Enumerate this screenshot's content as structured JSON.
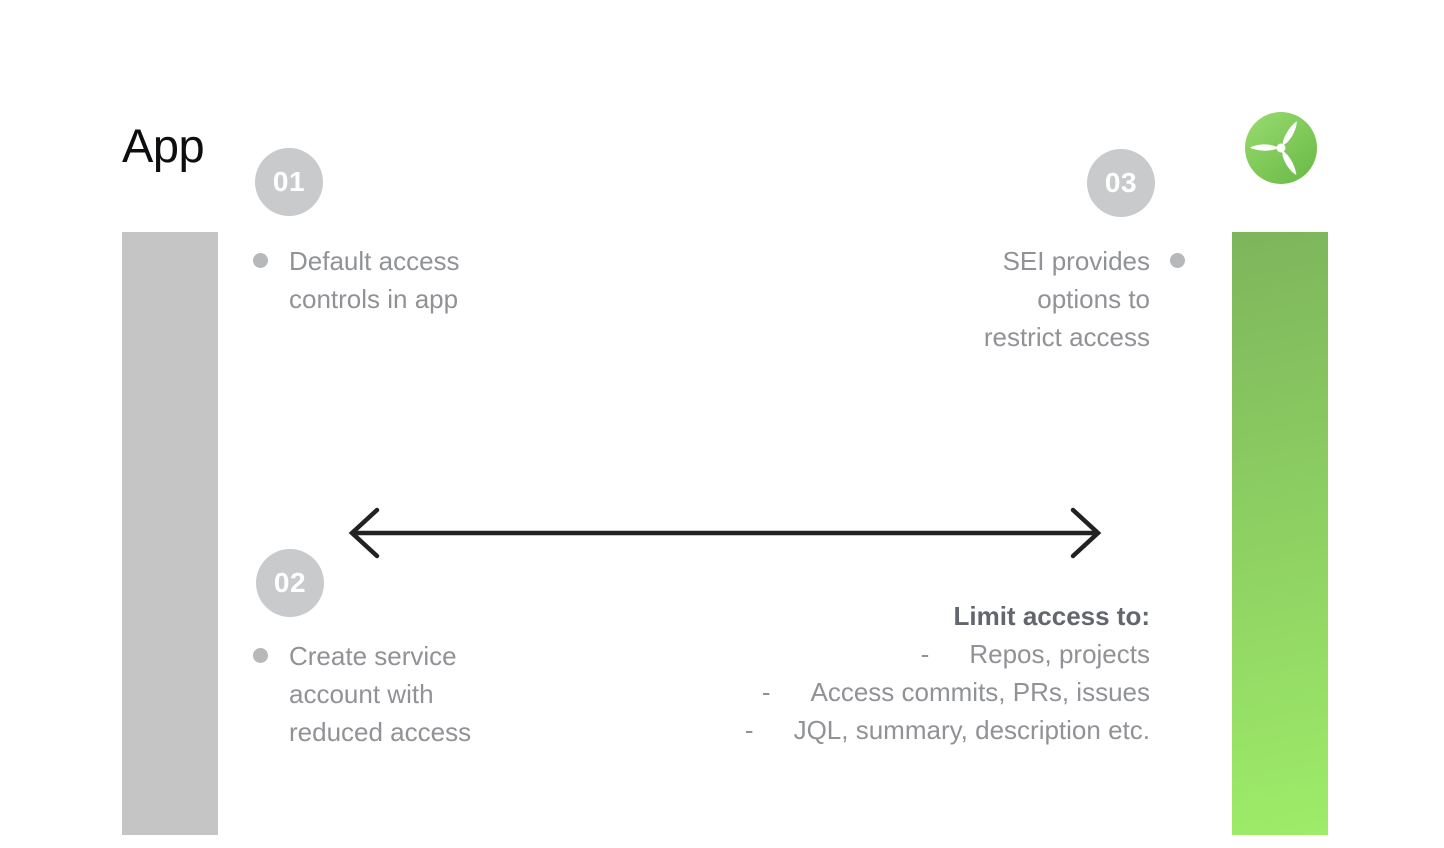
{
  "page": {
    "title": "App"
  },
  "icons": {
    "logo": "wind-turbine-icon"
  },
  "steps": [
    {
      "number": "01",
      "lines": [
        "Default access",
        "controls in app"
      ]
    },
    {
      "number": "02",
      "lines": [
        "Create service",
        "account with",
        "reduced access"
      ]
    },
    {
      "number": "03",
      "lines": [
        "SEI provides",
        "options to",
        "restrict access"
      ]
    }
  ],
  "limit": {
    "heading": "Limit access to:",
    "dash": "-",
    "items": [
      "Repos, projects",
      "Access commits, PRs, issues",
      "JQL, summary, description etc."
    ]
  },
  "colors": {
    "left_bar": "#c5c5c6",
    "right_bar_top": "#7eb55c",
    "right_bar_bottom": "#9eec69",
    "badge": "#c9cacb",
    "body_text": "#909296",
    "heading_text": "#63666c",
    "arrow": "#222222",
    "logo_green_light": "#93d76b",
    "logo_green_dark": "#6cbc48"
  }
}
